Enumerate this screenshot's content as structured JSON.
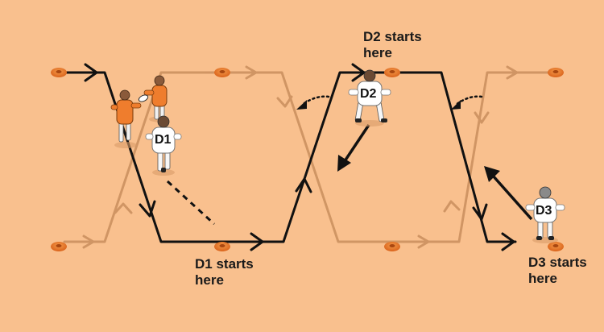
{
  "labels": {
    "d2_start": [
      "D2 starts",
      "here"
    ],
    "d1_start": [
      "D1 starts",
      "here"
    ],
    "d3_start": [
      "D3 starts",
      "here"
    ]
  },
  "players": {
    "d1": "D1",
    "d2": "D2",
    "d3": "D3"
  },
  "colors": {
    "background": "#f9c08e",
    "active_path": "#111111",
    "faded_path": "#c98e5d",
    "cone": "#e8731f",
    "attacker_shirt": "#ef7d2d",
    "defender_shirt": "#ffffff"
  }
}
